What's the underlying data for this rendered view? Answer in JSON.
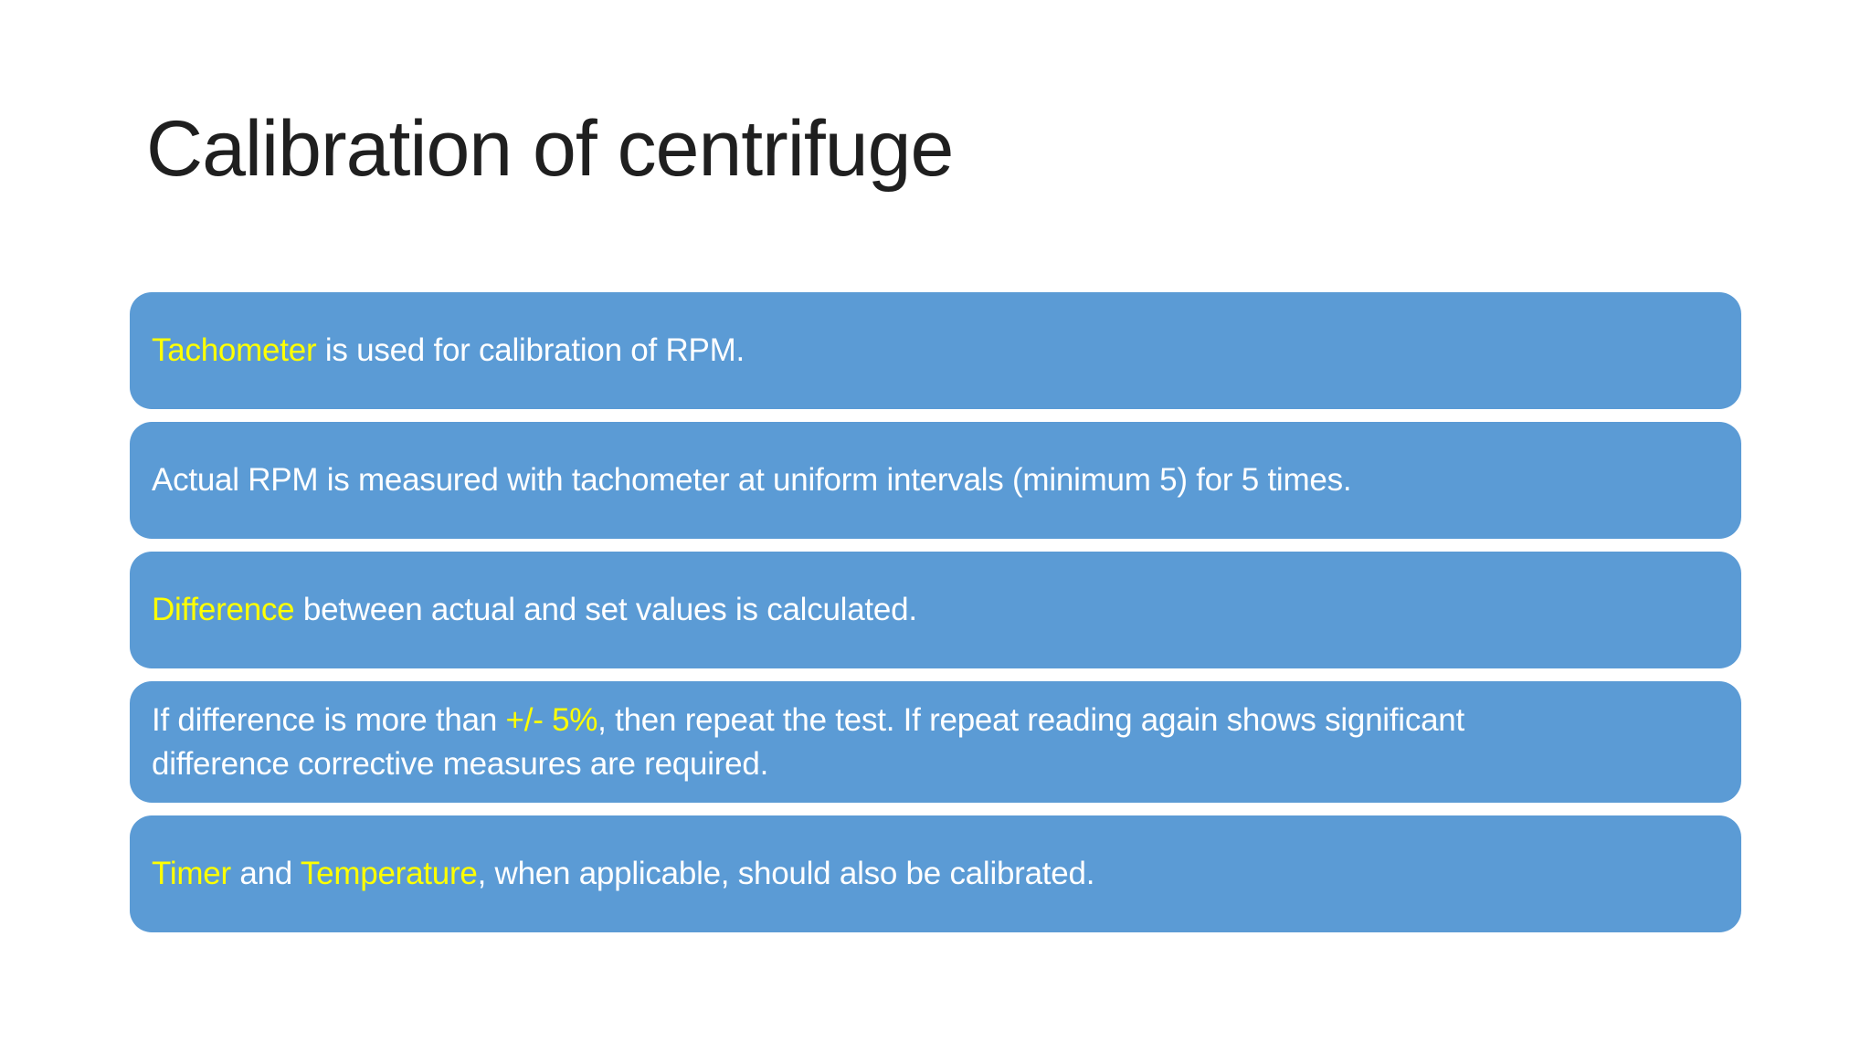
{
  "slide": {
    "title": "Calibration of centrifuge"
  },
  "colors": {
    "box_fill": "#5B9BD5",
    "highlight": "#FFFF00",
    "title_text": "#1F1F1F",
    "body_text": "#FFFFFF",
    "background": "#FFFFFF"
  },
  "boxes": [
    {
      "segments": [
        {
          "text": "Tachometer",
          "highlight": true
        },
        {
          "text": " is used for calibration of RPM.",
          "highlight": false
        }
      ]
    },
    {
      "segments": [
        {
          "text": "Actual RPM is measured with tachometer at uniform intervals (minimum 5) for 5 times.",
          "highlight": false
        }
      ]
    },
    {
      "segments": [
        {
          "text": "Difference",
          "highlight": true
        },
        {
          "text": " between actual and set values is calculated.",
          "highlight": false
        }
      ]
    },
    {
      "segments": [
        {
          "text": "If difference is more than ",
          "highlight": false
        },
        {
          "text": "+/- 5%",
          "highlight": true
        },
        {
          "text": ", then repeat the test. If repeat reading again shows significant\ndifference corrective measures are required.",
          "highlight": false
        }
      ]
    },
    {
      "segments": [
        {
          "text": "Timer",
          "highlight": true
        },
        {
          "text": " and ",
          "highlight": false
        },
        {
          "text": "Temperature",
          "highlight": true
        },
        {
          "text": ", when applicable, should also be calibrated.",
          "highlight": false
        }
      ]
    }
  ]
}
